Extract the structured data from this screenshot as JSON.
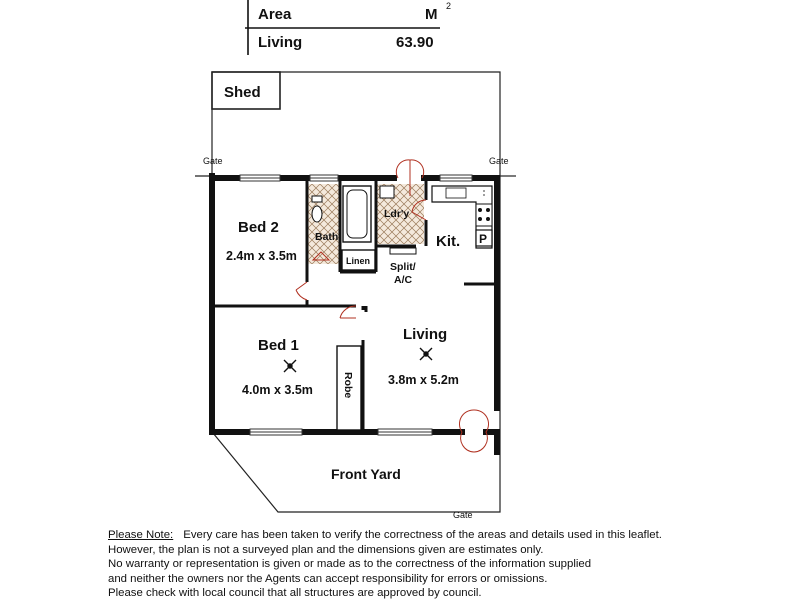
{
  "area_table": {
    "header_label": "Area",
    "header_unit": "M",
    "header_unit_sup": "2",
    "row_label": "Living",
    "row_value": "63.90"
  },
  "rooms": {
    "shed": "Shed",
    "bed2": "Bed 2",
    "bed2_dim": "2.4m x 3.5m",
    "bath": "Bath",
    "linen": "Linen",
    "laundry": "Ldr'y",
    "kitchen": "Kit.",
    "pantry": "P",
    "split_ac_1": "Split/",
    "split_ac_2": "A/C",
    "bed1": "Bed 1",
    "bed1_dim": "4.0m x 3.5m",
    "robe": "Robe",
    "living": "Living",
    "living_dim": "3.8m x 5.2m",
    "front_yard": "Front Yard",
    "gate_left": "Gate",
    "gate_right": "Gate",
    "gate_bottom": "Gate"
  },
  "note": {
    "heading": "Please Note:",
    "line1": "Every care has been taken to verify the correctness of the areas and details used in this leaflet.",
    "line2": "However, the plan is not a surveyed plan and the dimensions given are estimates only.",
    "line3": "No warranty or representation is given or made as to the correctness of the information supplied",
    "line4": "and neither the owners nor the Agents can accept responsibility for errors or omissions.",
    "line5": "Please check with local council that all structures are approved by council."
  }
}
